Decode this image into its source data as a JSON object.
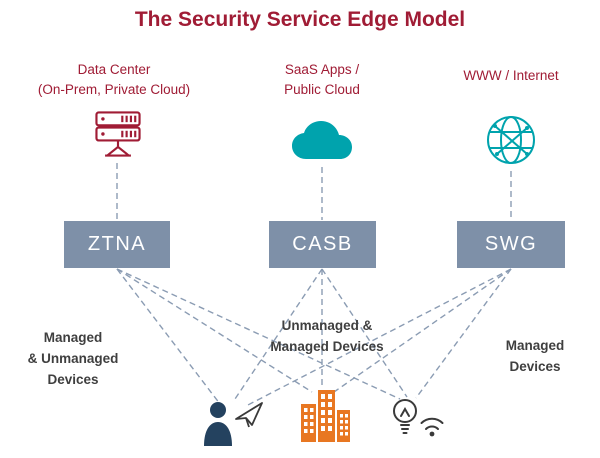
{
  "title": "The Security Service Edge Model",
  "columns": [
    {
      "label": "Data Center\n(On-Prem, Private Cloud)",
      "icon": "server-icon",
      "box_label": "ZTNA"
    },
    {
      "label": "SaaS Apps /\nPublic Cloud",
      "icon": "cloud-icon",
      "box_label": "CASB"
    },
    {
      "label": "WWW / Internet",
      "icon": "globe-icon",
      "box_label": "SWG"
    }
  ],
  "device_groups": [
    {
      "label": "Managed\n& Unmanaged\nDevices",
      "icon": "user-paper-plane-icon"
    },
    {
      "label": "Unmanaged &\nManaged Devices",
      "icon": "buildings-icon"
    },
    {
      "label": "Managed\nDevices",
      "icon": "lightbulb-wifi-icon"
    }
  ],
  "colors": {
    "accent_maroon": "#A01C35",
    "box_fill": "#7E90A8",
    "teal": "#00A3AD",
    "orange": "#E87722",
    "navy": "#24425F",
    "connector_line": "#8B9CB3",
    "text_dark": "#3F3F3F"
  }
}
